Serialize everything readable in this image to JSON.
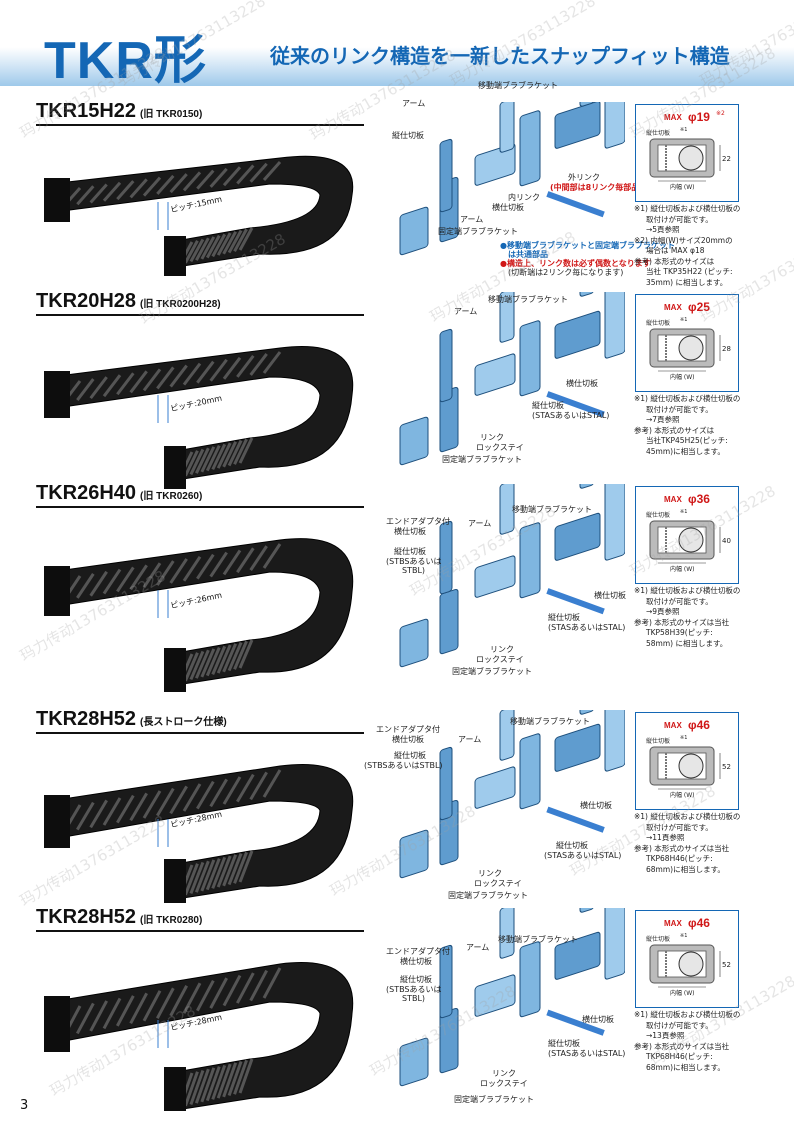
{
  "header": {
    "title": "TKR形",
    "subtitle": "従来のリンク構造を一新したスナップフィット構造"
  },
  "page_number": "3",
  "watermark": "玛力传动13763113228",
  "sections": [
    {
      "model": "TKR15H22",
      "old": "(旧 TKR0150)",
      "pitch": "ピッチ:15mm",
      "labels": {
        "moving": "移動端ブラブラケット",
        "arm": "アーム",
        "vertical": "縦仕切板",
        "outer_link": "外リンク",
        "outer_note": "(中間部は8リンク毎部品)",
        "inner_link": "内リンク",
        "horizontal": "横仕切板",
        "arm2": "アーム",
        "fixed": "固定端ブラブラケット"
      },
      "notes_extra": [
        "●移動端ブラブラケットと固定端ブラブラケット",
        "は共通部品",
        "●構造上、リンク数は必ず偶数となります",
        "(切断端は2リンク毎になります)"
      ],
      "spec": {
        "max_prefix": "MAX",
        "phi": "φ19",
        "note_mark": "※2",
        "sep_label": "縦仕切板",
        "sep_mark": "※1",
        "height": "22",
        "width_label": "内幅 (W)"
      },
      "notes": [
        "※1) 縦仕切板および横仕切板の",
        "取付けが可能です。",
        "→5頁参照",
        "※2) 内幅(W)サイズ20mmの",
        "場合は MAX φ18",
        "参考) 本形式のサイズは",
        "当社 TKP35H22 (ピッチ:",
        "35mm) に相当します。"
      ]
    },
    {
      "model": "TKR20H28",
      "old": "(旧 TKR0200H28)",
      "pitch": "ピッチ:20mm",
      "labels": {
        "moving": "移動端ブラブラケット",
        "arm": "アーム",
        "horizontal": "横仕切板",
        "vertical": "縦仕切板",
        "stas": "(STASあるいはSTAL)",
        "link": "リンク",
        "lockstay": "ロックステイ",
        "fixed": "固定端ブラブラケット"
      },
      "spec": {
        "max_prefix": "MAX",
        "phi": "φ25",
        "sep_label": "縦仕切板",
        "sep_mark": "※1",
        "height": "28",
        "width_label": "内幅 (W)"
      },
      "notes": [
        "※1) 縦仕切板および横仕切板の",
        "取付けが可能です。",
        "→7頁参照",
        "参考) 本形式のサイズは",
        "当社TKP45H25(ピッチ:",
        "45mm)に相当します。"
      ]
    },
    {
      "model": "TKR26H40",
      "old": "(旧 TKR0260)",
      "pitch": "ピッチ:26mm",
      "labels": {
        "adapter": "エンドアダプタ付",
        "adapter2": "横仕切板",
        "vertical_top": "縦仕切板",
        "stbs": "(STBSあるいは",
        "stbl": "STBL)",
        "arm": "アーム",
        "moving": "移動端ブラブラケット",
        "horizontal": "横仕切板",
        "vertical": "縦仕切板",
        "stas": "(STASあるいはSTAL)",
        "link": "リンク",
        "lockstay": "ロックステイ",
        "fixed": "固定端ブラブラケット"
      },
      "spec": {
        "max_prefix": "MAX",
        "phi": "φ36",
        "sep_label": "縦仕切板",
        "sep_mark": "※1",
        "height": "40",
        "width_label": "内幅 (W)"
      },
      "notes": [
        "※1) 縦仕切板および横仕切板の",
        "取付けが可能です。",
        "→9頁参照",
        "参考) 本形式のサイズは当社",
        "TKP58H39(ピッチ:",
        "58mm) に相当します。"
      ]
    },
    {
      "model": "TKR28H52",
      "old": "(長ストローク仕様)",
      "pitch": "ピッチ:28mm",
      "labels": {
        "adapter": "エンドアダプタ付",
        "adapter2": "横仕切板",
        "vertical_top": "縦仕切板",
        "stbs": "(STBSあるいはSTBL)",
        "arm": "アーム",
        "moving": "移動端ブラブラケット",
        "horizontal": "横仕切板",
        "vertical": "縦仕切板",
        "stas": "(STASあるいはSTAL)",
        "link": "リンク",
        "lockstay": "ロックステイ",
        "fixed": "固定端ブラブラケット"
      },
      "spec": {
        "max_prefix": "MAX",
        "phi": "φ46",
        "sep_label": "縦仕切板",
        "sep_mark": "※1",
        "height": "52",
        "width_label": "内幅 (W)"
      },
      "notes": [
        "※1) 縦仕切板および横仕切板の",
        "取付けが可能です。",
        "→11頁参照",
        "参考) 本形式のサイズは当社",
        "TKP68H46(ピッチ:",
        "68mm)に相当します。"
      ]
    },
    {
      "model": "TKR28H52",
      "old": "(旧 TKR0280)",
      "pitch": "ピッチ:28mm",
      "labels": {
        "adapter": "エンドアダプタ付",
        "adapter2": "横仕切板",
        "vertical_top": "縦仕切板",
        "stbs": "(STBSあるいは",
        "stbl": "STBL)",
        "arm": "アーム",
        "moving": "移動端ブラブラケット",
        "horizontal": "横仕切板",
        "vertical": "縦仕切板",
        "stas": "(STASあるいはSTAL)",
        "link": "リンク",
        "lockstay": "ロックステイ",
        "fixed": "固定端ブラブラケット"
      },
      "spec": {
        "max_prefix": "MAX",
        "phi": "φ46",
        "sep_label": "縦仕切板",
        "sep_mark": "※1",
        "height": "52",
        "width_label": "内幅 (W)"
      },
      "notes": [
        "※1) 縦仕切板および横仕切板の",
        "取付けが可能です。",
        "→13頁参照",
        "参考) 本形式のサイズは当社",
        "TKP68H46(ピッチ:",
        "68mm)に相当します。"
      ]
    }
  ]
}
